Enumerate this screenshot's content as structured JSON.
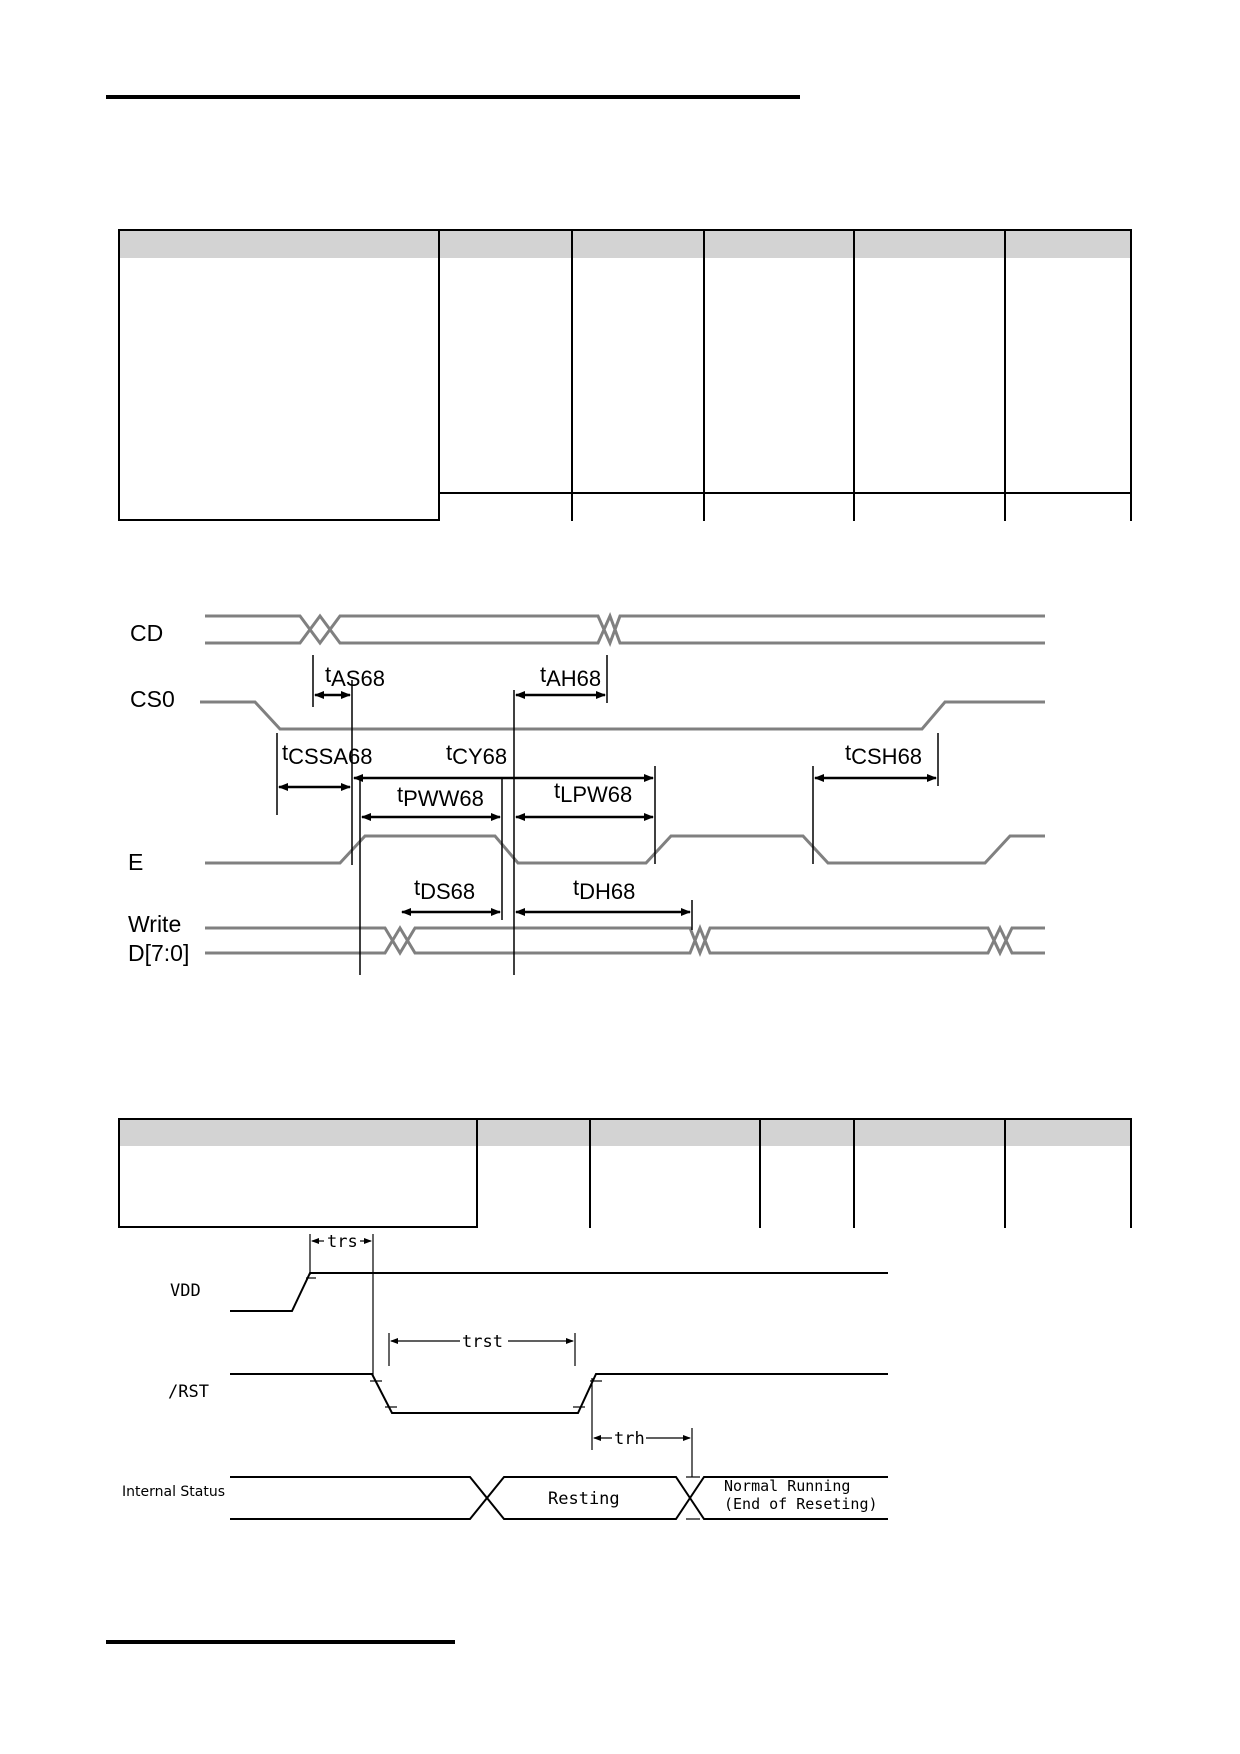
{
  "timing_diagram_68": {
    "signals": {
      "cd": "CD",
      "cs0": "CS0",
      "e": "E",
      "write_line1": "Write",
      "write_line2": "D[7:0]"
    },
    "params": {
      "tas": {
        "base": "t",
        "sub": "AS68"
      },
      "tah": {
        "base": "t",
        "sub": "AH68"
      },
      "tcssa": {
        "base": "t",
        "sub": "CSSA68"
      },
      "tcy": {
        "base": "t",
        "sub": "CY68"
      },
      "tcsh": {
        "base": "t",
        "sub": "CSH68"
      },
      "tpww": {
        "base": "t",
        "sub": "PWW68"
      },
      "tlpw": {
        "base": "t",
        "sub": "LPW68"
      },
      "tds": {
        "base": "t",
        "sub": "DS68"
      },
      "tdh": {
        "base": "t",
        "sub": "DH68"
      }
    }
  },
  "reset_diagram": {
    "signals": {
      "vdd": "VDD",
      "rst": "/RST",
      "internal_status": "Internal Status"
    },
    "params": {
      "trs": "trs",
      "trst": "trst",
      "trh": "trh"
    },
    "states": {
      "resting": "Resting",
      "normal_line1": "Normal Running",
      "normal_line2": "(End of Reseting)"
    }
  }
}
